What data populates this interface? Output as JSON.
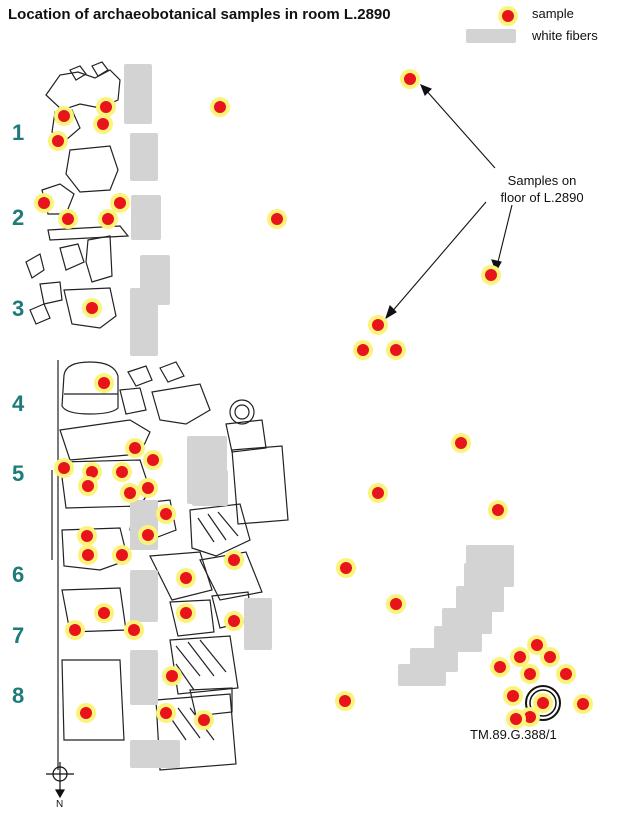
{
  "title": "Location of archaeobotanical samples in room L.2890",
  "legend": {
    "sample_label": "sample",
    "fibers_label": "white fibers",
    "colors": {
      "sample_fill": "#e8141b",
      "sample_halo": "#fbf37a",
      "fiber_fill": "#d3d3d3"
    }
  },
  "row_labels": [
    "1",
    "2",
    "3",
    "4",
    "5",
    "6",
    "7",
    "8"
  ],
  "annotation": {
    "line1": "Samples on",
    "line2": "floor of L.2890"
  },
  "highlight_sample": "TM.89.G.388/1",
  "north_label": "N",
  "icons": {
    "north_arrow": "compass-cross-icon"
  }
}
